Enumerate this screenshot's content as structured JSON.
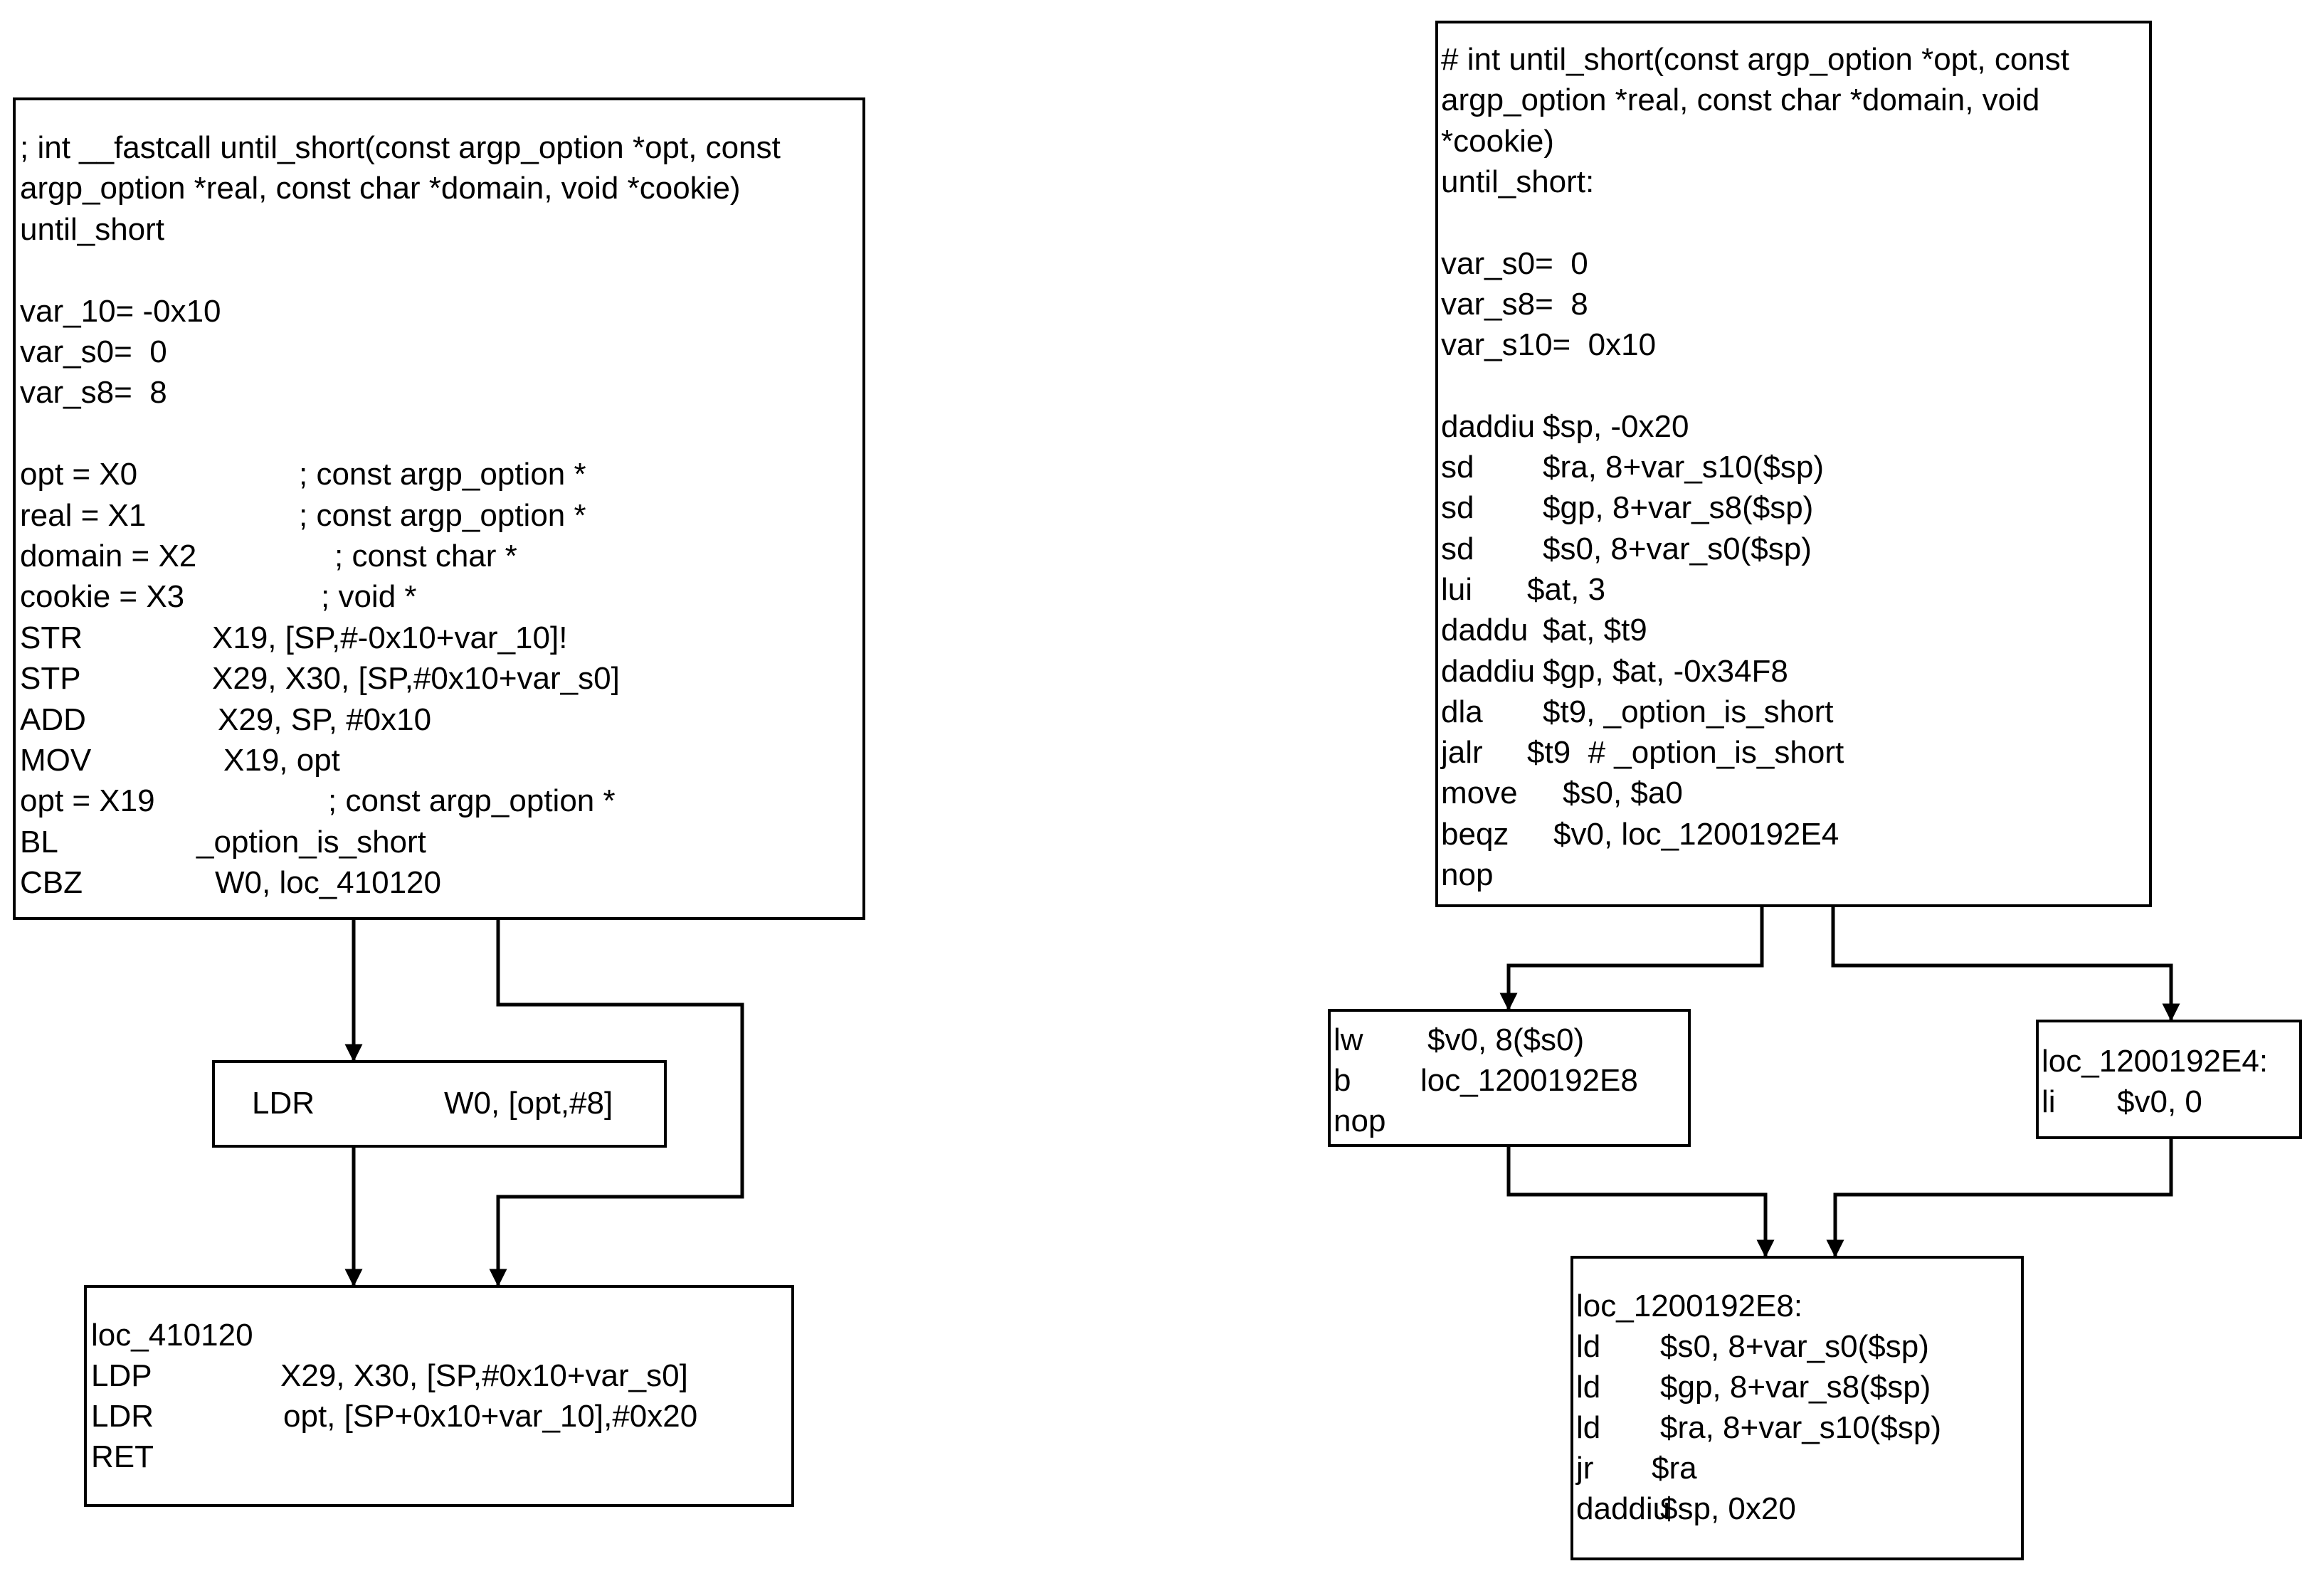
{
  "diagram": {
    "arm64": {
      "entry": {
        "lines": [
          "; int __fastcall until_short(const argp_option *opt, const",
          "argp_option *real, const char *domain, void *cookie)",
          "until_short",
          "",
          "var_10= -0x10",
          "var_s0=  0",
          "var_s8=  8",
          "",
          [
            "opt = X0",
            "; const argp_option *"
          ],
          [
            "real = X1",
            "; const argp_option *"
          ],
          [
            "domain = X2",
            "; const char *"
          ],
          [
            "cookie = X3",
            "; void *"
          ],
          [
            "STR",
            "X19, [SP,#-0x10+var_10]!"
          ],
          [
            "STP",
            "X29, X30, [SP,#0x10+var_s0]"
          ],
          [
            "ADD",
            "X29, SP, #0x10"
          ],
          [
            "MOV",
            "X19, opt"
          ],
          [
            "opt = X19",
            "; const argp_option *"
          ],
          [
            "BL",
            "_option_is_short"
          ],
          [
            "CBZ",
            "W0, loc_410120"
          ]
        ]
      },
      "ldr_block": {
        "lines": [
          [
            "LDR",
            "W0, [opt,#8]"
          ]
        ]
      },
      "exit": {
        "lines": [
          "loc_410120",
          [
            "LDP",
            "X29, X30, [SP,#0x10+var_s0]"
          ],
          [
            "LDR",
            "opt, [SP+0x10+var_10],#0x20"
          ],
          "RET"
        ]
      }
    },
    "mips64": {
      "entry": {
        "lines": [
          "# int until_short(const argp_option *opt, const",
          "argp_option *real, const char *domain, void",
          "*cookie)",
          "until_short:",
          "",
          "var_s0=  0",
          "var_s8=  8",
          "var_s10=  0x10",
          "",
          [
            "daddiu",
            "$sp, -0x20"
          ],
          [
            "sd",
            "$ra, 8+var_s10($sp)"
          ],
          [
            "sd",
            "$gp, 8+var_s8($sp)"
          ],
          [
            "sd",
            "$s0, 8+var_s0($sp)"
          ],
          [
            "lui",
            "$at, 3"
          ],
          [
            "daddu",
            "$at, $t9"
          ],
          [
            "daddiu",
            "$gp, $at, -0x34F8"
          ],
          [
            "dla",
            "$t9, _option_is_short"
          ],
          [
            "jalr",
            "$t9  # _option_is_short"
          ],
          [
            "move",
            "$s0, $a0"
          ],
          [
            "beqz",
            "$v0, loc_1200192E4"
          ],
          "nop"
        ]
      },
      "lw_block": {
        "lines": [
          [
            "lw",
            "$v0, 8($s0)"
          ],
          [
            "b",
            "loc_1200192E8"
          ],
          "nop"
        ]
      },
      "li_block": {
        "lines": [
          "loc_1200192E4:",
          [
            "li",
            "$v0, 0"
          ]
        ]
      },
      "exit": {
        "lines": [
          "loc_1200192E8:",
          [
            "ld",
            "$s0, 8+var_s0($sp)"
          ],
          [
            "ld",
            "$gp, 8+var_s8($sp)"
          ],
          [
            "ld",
            "$ra, 8+var_s10($sp)"
          ],
          [
            "jr",
            "$ra"
          ],
          [
            "daddiu",
            "$sp, 0x20"
          ]
        ]
      }
    }
  }
}
